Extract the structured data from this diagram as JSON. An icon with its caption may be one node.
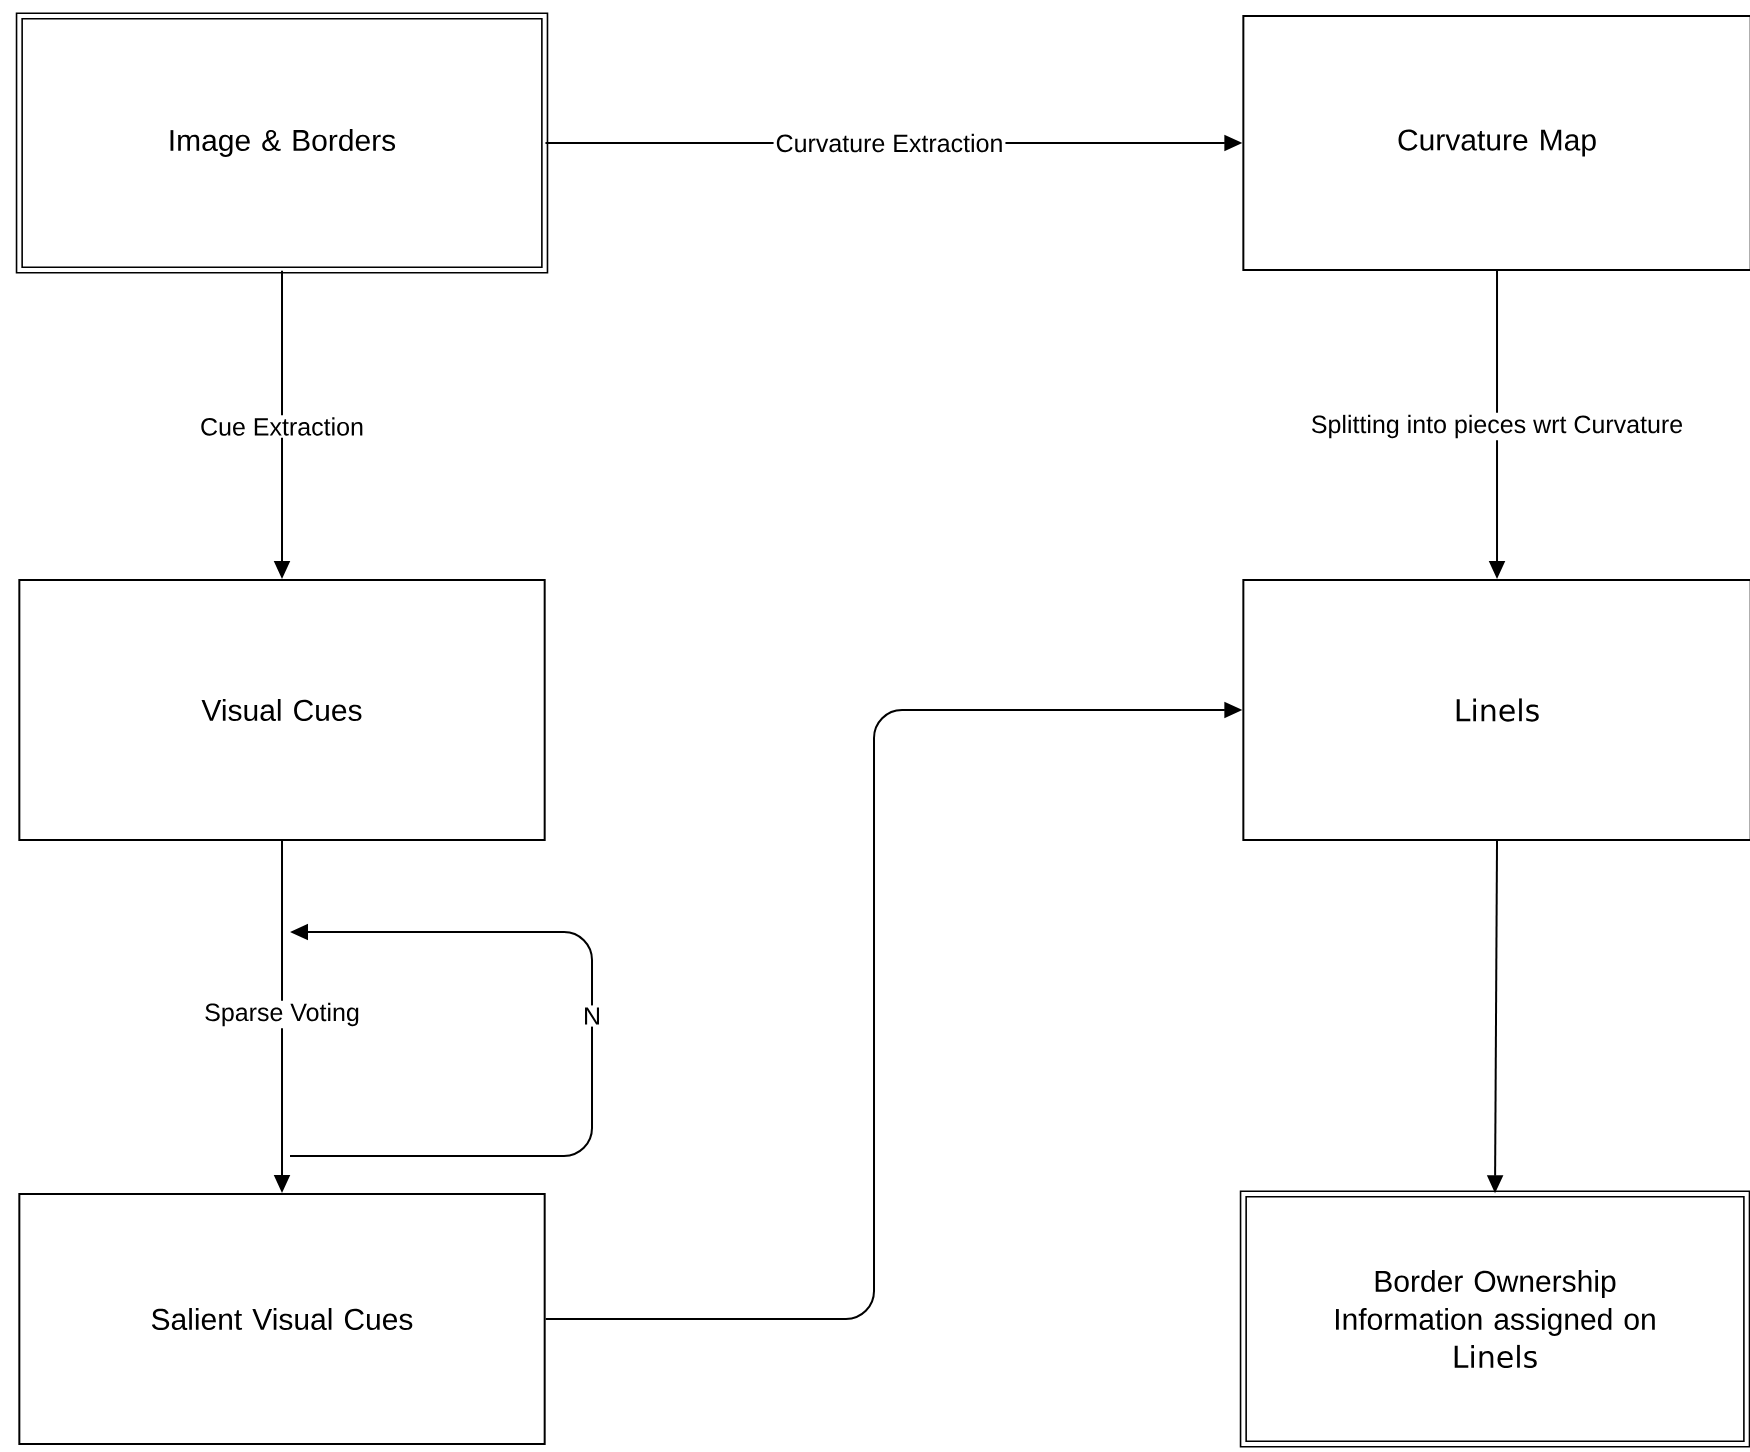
{
  "diagram": {
    "nodes": [
      {
        "text": [
          "Image & Borders"
        ]
      },
      {
        "text": [
          "Curvature Map"
        ]
      },
      {
        "text": [
          "Visual Cues"
        ]
      },
      {
        "text": [
          "Linels"
        ]
      },
      {
        "text": [
          "Salient Visual Cues"
        ]
      },
      {
        "text": [
          "Border Ownership Information assigned on",
          "Linels"
        ]
      }
    ],
    "edges": [
      {
        "from": 0,
        "to": 1,
        "arrow": "to",
        "label": "Curvature Extraction"
      },
      {
        "from": 0,
        "to": 2,
        "arrow": "to",
        "label": "Cue Extraction"
      },
      {
        "from": 1,
        "to": 3,
        "arrow": "to",
        "label": "Splitting into pieces wrt Curvature"
      },
      {
        "from": 2,
        "to": 4,
        "arrow": "to",
        "label": "Sparse Voting"
      },
      {
        "from": 4,
        "to": 3,
        "arrow": "to"
      },
      {
        "from": 3,
        "to": 5,
        "arrow": "to"
      }
    ],
    "labels": [
      "N"
    ]
  }
}
